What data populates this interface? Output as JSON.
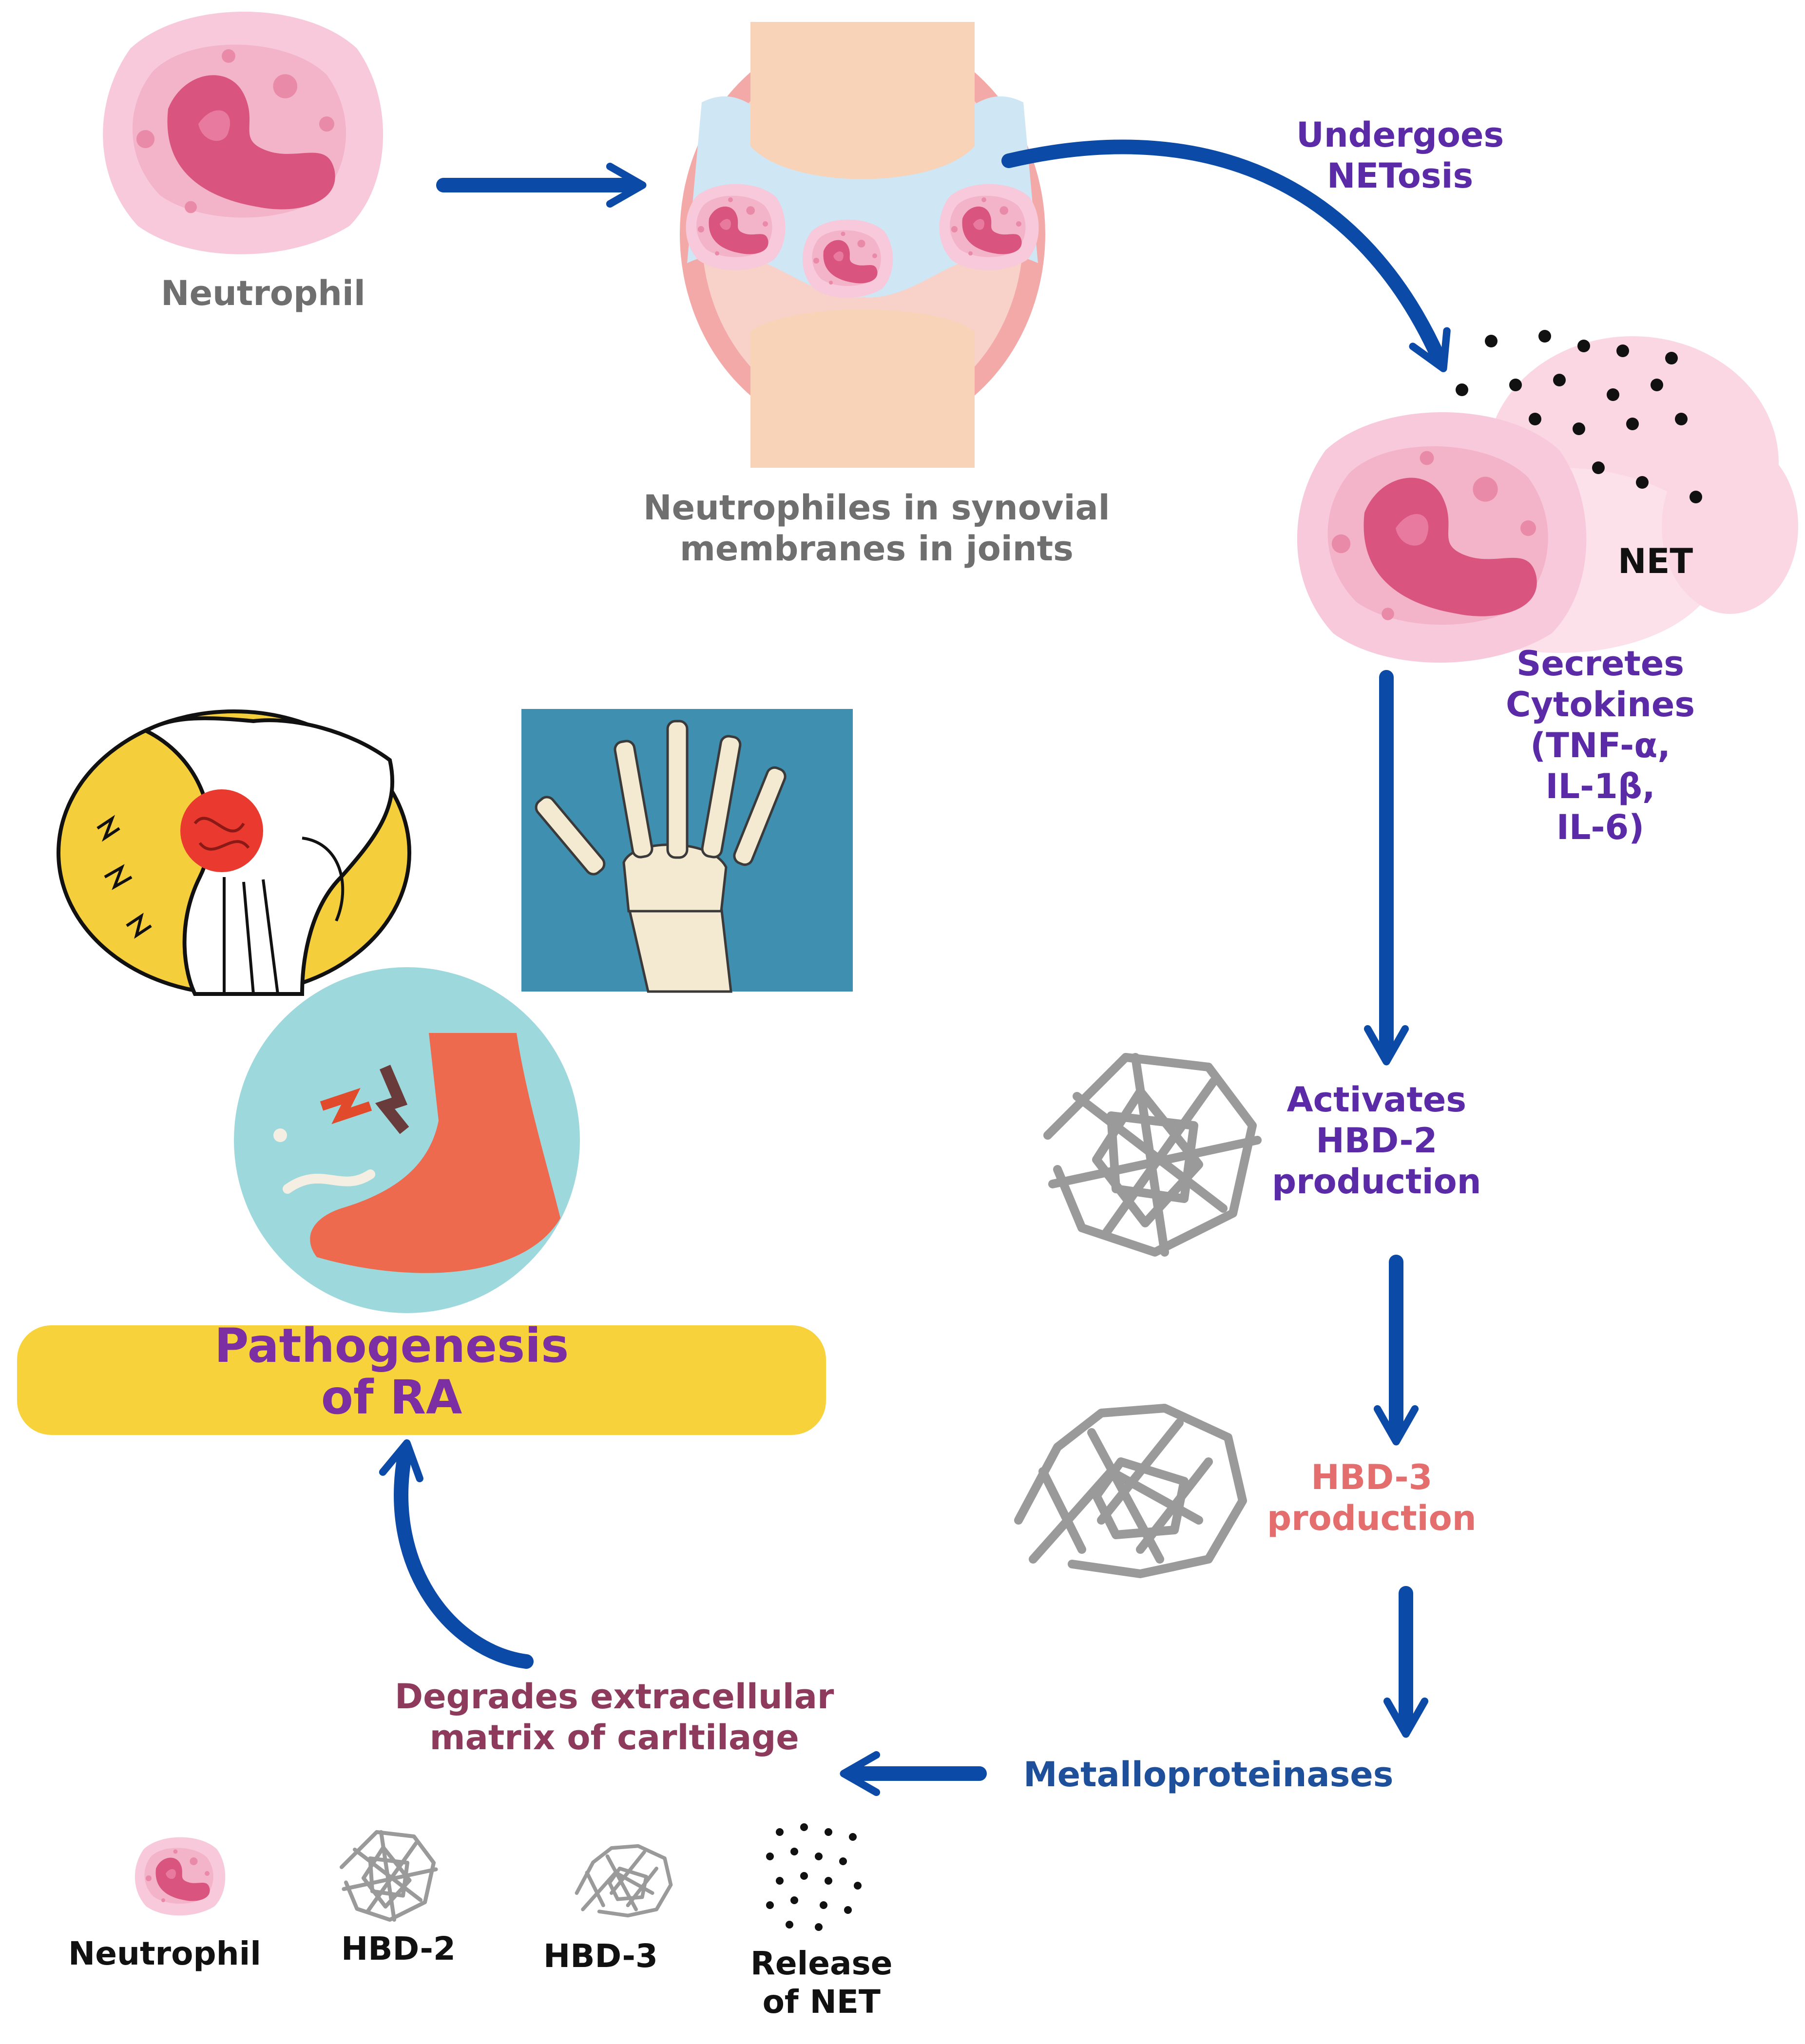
{
  "labels": {
    "neutrophil": "Neutrophil",
    "synovial": "Neutrophiles in synovial\nmembranes in joints",
    "netosis": "Undergoes\nNETosis",
    "net": "NET",
    "cytokines": "Secretes\nCytokines\n(TNF-α,\nIL-1β,\nIL-6)",
    "hbd2_activation": "Activates\nHBD-2\nproduction",
    "hbd3_production": "HBD-3\nproduction",
    "metalloproteinases": "Metalloproteinases",
    "degrades": "Degrades extracellular\nmatrix of carltilage",
    "pathogenesis": "Pathogenesis\nof RA"
  },
  "legend": {
    "neutrophil": "Neutrophil",
    "hbd2": "HBD-2",
    "hbd3": "HBD-3",
    "net": "Release\nof NET"
  },
  "colors": {
    "arrow": "#0b4aa6",
    "title_banner": "#f7d23a",
    "neutrophil_body": "#f6c6d8",
    "neutrophil_nucleus": "#d9557f",
    "hbd_gray": "#9a9a9a",
    "net_dots": "#111111"
  }
}
